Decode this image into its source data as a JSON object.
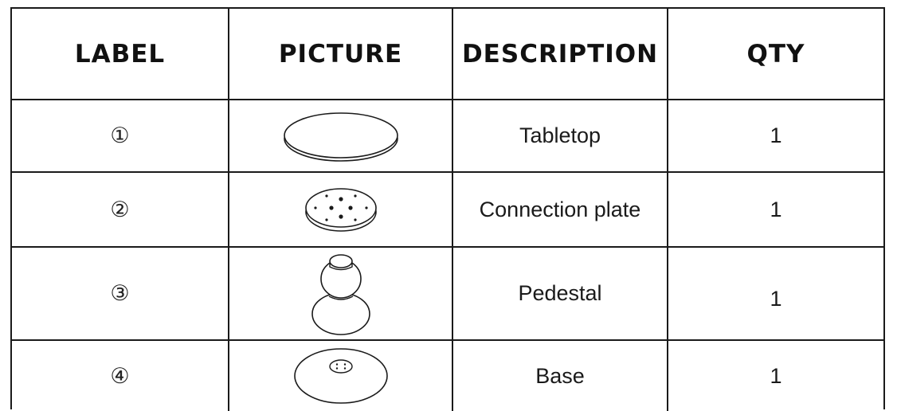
{
  "table": {
    "headers": {
      "label": "LABEL",
      "picture": "PICTURE",
      "description": "DESCRIPTION",
      "qty": "QTY"
    },
    "rows": [
      {
        "label": "①",
        "picture_icon": "tabletop-icon",
        "description": "Tabletop",
        "qty": "1"
      },
      {
        "label": "②",
        "picture_icon": "connection-plate-icon",
        "description": "Connection plate",
        "qty": "1"
      },
      {
        "label": "③",
        "picture_icon": "pedestal-icon",
        "description": "Pedestal",
        "qty": "1"
      },
      {
        "label": "④",
        "picture_icon": "base-icon",
        "description": "Base",
        "qty": "1"
      }
    ]
  }
}
